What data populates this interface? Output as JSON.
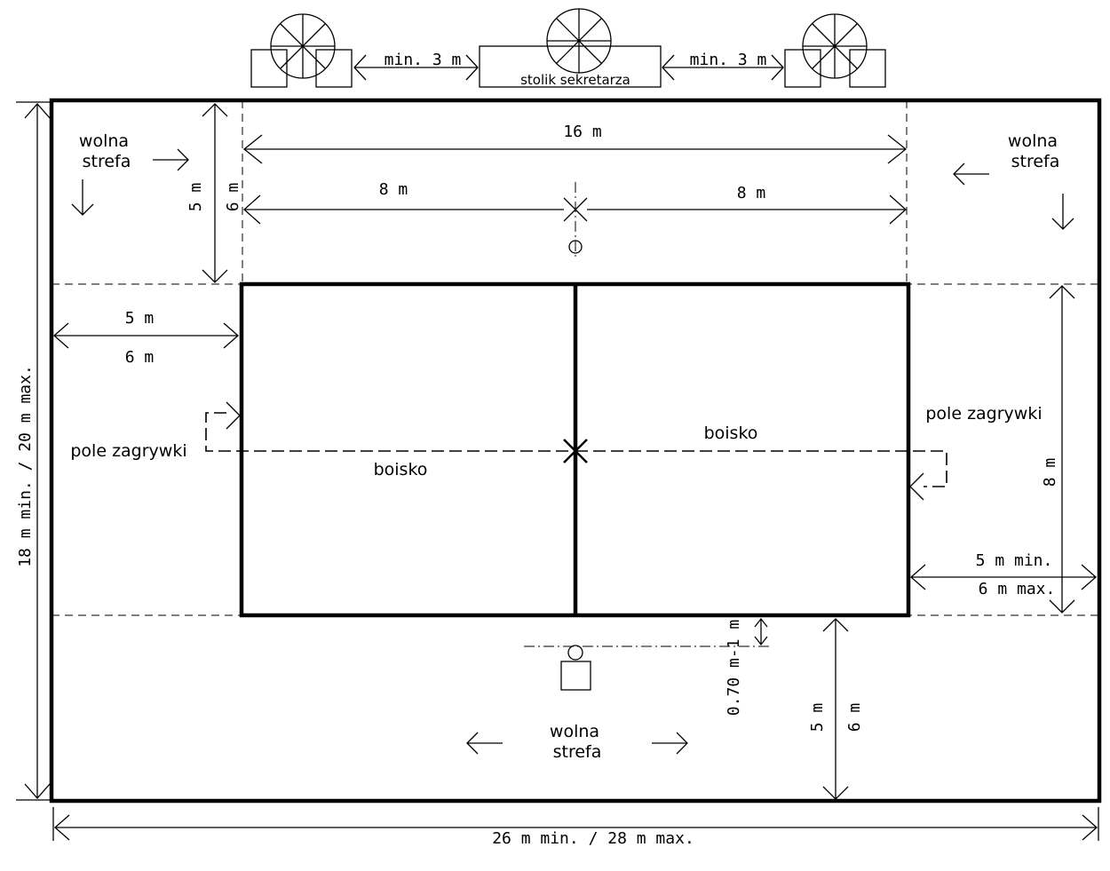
{
  "labels": {
    "free_zone_1": [
      "wolna",
      "strefa"
    ],
    "free_zone_2": [
      "wolna",
      "strefa"
    ],
    "free_zone_3": [
      "wolna",
      "strefa"
    ],
    "serve_area_left": "pole zagrywki",
    "serve_area_right": "pole zagrywki",
    "court_left": "boisko",
    "court_right": "boisko",
    "scorer_table": "stolik sekretarza"
  },
  "dimensions": {
    "table_gap_left": "min. 3 m",
    "table_gap_right": "min. 3 m",
    "width_16": "16 m",
    "half_left_8": "8 m",
    "half_right_8": "8 m",
    "top_zone_5": "5 m",
    "top_zone_6": "6 m",
    "left_zone_5": "5 m",
    "left_zone_6": "6 m",
    "right_zone_min": "5 m min.",
    "right_zone_max": "6 m max.",
    "court_width_8": "8 m",
    "bottom_zone_5": "5 m",
    "bottom_zone_6": "6 m",
    "referee_offset": "0.70 m-1 m",
    "total_length": "26 m min. / 28 m max.",
    "total_width": "18 m min. / 20 m max."
  }
}
